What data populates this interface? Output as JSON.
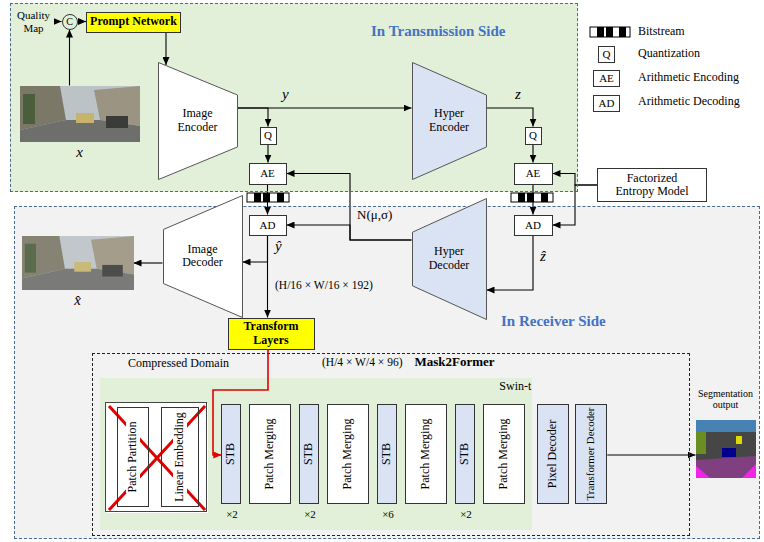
{
  "diagram": {
    "nodes": [
      {
        "text": [
          "In Transmission Side"
        ]
      },
      {
        "text": [
          "Quality Map"
        ],
        "in": 0
      },
      {
        "text": [
          "C"
        ],
        "in": 0
      },
      {
        "text": [
          "Prompt Network"
        ],
        "in": 0
      },
      {
        "text": [
          "x"
        ],
        "in": 0
      },
      {
        "text": [
          "Image Encoder"
        ],
        "in": 0
      },
      {
        "text": [
          "Hyper Encoder"
        ],
        "in": 0
      },
      {
        "text": [
          "Q"
        ],
        "in": 0
      },
      {
        "text": [
          "AE"
        ],
        "in": 0
      },
      {
        "text": [
          "Q"
        ],
        "in": 0
      },
      {
        "text": [
          "AE"
        ],
        "in": 0
      },
      {
        "text": [
          "Factorized Entropy Model"
        ]
      },
      {
        "text": [
          "In Receiver Side"
        ]
      },
      {
        "text": [
          "AD"
        ],
        "in": 12
      },
      {
        "text": [
          "AD"
        ],
        "in": 12
      },
      {
        "text": [
          "Image Decoder"
        ],
        "in": 12
      },
      {
        "text": [
          "Hyper Decoder"
        ],
        "in": 12
      },
      {
        "text": [
          "x̂"
        ],
        "in": 12
      },
      {
        "text": [
          "Transform Layers"
        ],
        "in": 12
      },
      {
        "text": [
          "Mask2Former"
        ],
        "in": 12
      },
      {
        "text": [
          "Swin-t"
        ],
        "in": 19
      },
      {
        "text": [],
        "in": 20
      },
      {
        "text": [
          "Patch Partition"
        ],
        "in": 21
      },
      {
        "text": [
          "Linear Embedding"
        ],
        "in": 21
      },
      {
        "text": [
          "STB"
        ],
        "in": 20
      },
      {
        "text": [
          "Patch Merging"
        ],
        "in": 20
      },
      {
        "text": [
          "STB"
        ],
        "in": 20
      },
      {
        "text": [
          "Patch Merging"
        ],
        "in": 20
      },
      {
        "text": [
          "STB"
        ],
        "in": 20
      },
      {
        "text": [
          "Patch Merging"
        ],
        "in": 20
      },
      {
        "text": [
          "STB"
        ],
        "in": 20
      },
      {
        "text": [
          "Patch Merging"
        ],
        "in": 20
      },
      {
        "text": [
          "Pixel Decoder"
        ],
        "in": 19
      },
      {
        "text": [
          "Transformer Decoder"
        ],
        "in": 19
      },
      {
        "text": [
          "Segmentation output"
        ],
        "in": 12
      }
    ],
    "edges": [
      {
        "from": 1,
        "to": 2,
        "arrow": "to"
      },
      {
        "from": 4,
        "to": 2,
        "arrow": "to"
      },
      {
        "from": 2,
        "to": 3,
        "arrow": "to"
      },
      {
        "from": 3,
        "to": 5,
        "arrow": "to"
      },
      {
        "from": 5,
        "to": 6,
        "label": "y",
        "arrow": "to"
      },
      {
        "from": 5,
        "to": 7,
        "arrow": "to"
      },
      {
        "from": 7,
        "to": 8,
        "arrow": "to"
      },
      {
        "from": 6,
        "to": 9,
        "label": "z",
        "arrow": "to"
      },
      {
        "from": 9,
        "to": 10,
        "arrow": "to"
      },
      {
        "from": 8,
        "to": 13,
        "arrow": "to"
      },
      {
        "from": 10,
        "to": 14,
        "arrow": "to"
      },
      {
        "from": 11,
        "to": 10,
        "arrow": "to"
      },
      {
        "from": 11,
        "to": 14,
        "arrow": "to"
      },
      {
        "from": 14,
        "to": 16,
        "label": "ẑ",
        "arrow": "to"
      },
      {
        "from": 16,
        "to": 8,
        "label": "N(μ,σ)",
        "arrow": "to"
      },
      {
        "from": 16,
        "to": 13,
        "arrow": "to"
      },
      {
        "from": 13,
        "to": 15,
        "arrow": "to"
      },
      {
        "from": 13,
        "to": 18,
        "label": "ŷ",
        "arrow": "to"
      },
      {
        "from": 15,
        "to": 17,
        "arrow": "to"
      },
      {
        "from": 18,
        "to": 24,
        "arrow": "to"
      },
      {
        "from": 33,
        "to": 34,
        "arrow": "to"
      }
    ],
    "labels": [
      "(H/16 × W/16 × 192)",
      "Compressed Domain",
      "(H/4 × W/4 × 96)",
      "×2",
      "×2",
      "×6",
      "×2",
      "Q",
      "AE",
      "AD"
    ],
    "legend": [
      {
        "text": "Bitstream"
      },
      {
        "text": "Quantization"
      },
      {
        "text": "Arithmetic Encoding"
      },
      {
        "text": "Arithmetic Decoding"
      }
    ]
  }
}
